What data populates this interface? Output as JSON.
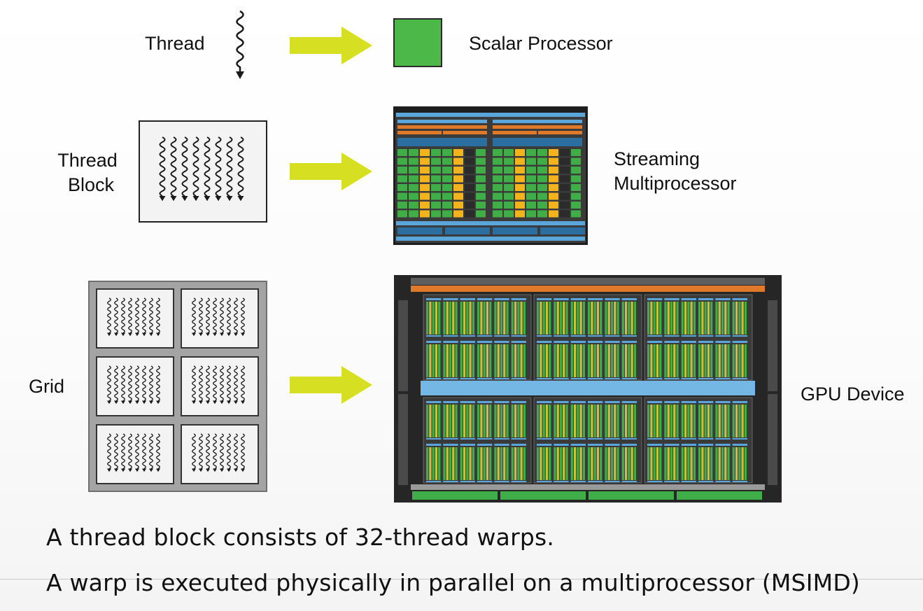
{
  "labels": {
    "thread": "Thread",
    "scalar_processor": "Scalar Processor",
    "thread_block_line1": "Thread",
    "thread_block_line2": "Block",
    "streaming_line1": "Streaming",
    "streaming_line2": "Multiprocessor",
    "grid": "Grid",
    "gpu_device": "GPU Device"
  },
  "captions": {
    "line1": "A thread block consists of 32-thread warps.",
    "line2": "A warp is executed physically in parallel on a multiprocessor (MSIMD)"
  },
  "colors": {
    "arrow": "#d6df22",
    "scalar_processor": "#4cb848",
    "sm_blue": "#5aa6da",
    "sm_orange": "#e07a2a",
    "sm_green": "#3fae49",
    "sm_yellow": "#f2b31c",
    "gpu_l2": "#74b6e4"
  },
  "icons": {
    "thread": "wavy-arrow-icon",
    "arrow": "right-arrow-icon"
  }
}
